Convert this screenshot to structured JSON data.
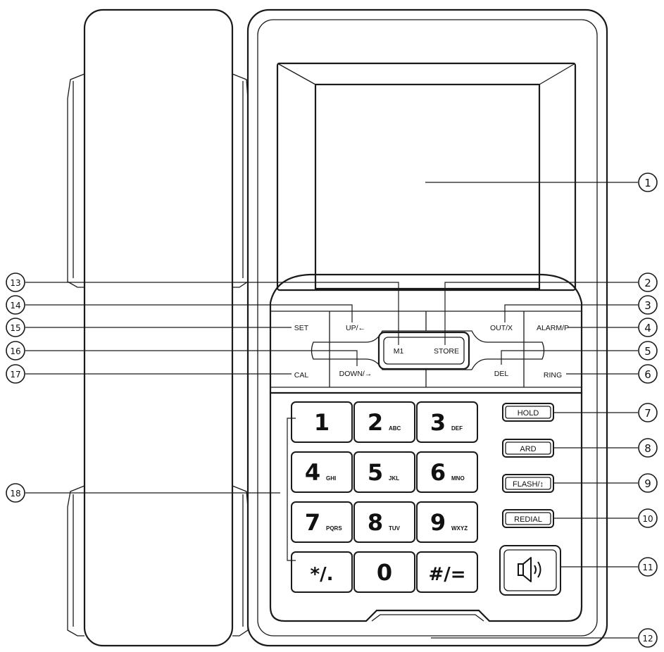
{
  "soft_keys": {
    "set": "SET",
    "up": "UP/←",
    "out": "OUT/X",
    "alarm": "ALARM/P",
    "cal": "CAL",
    "down": "DOWN/→",
    "del": "DEL",
    "ring": "RING",
    "m1": "M1",
    "store": "STORE"
  },
  "side_buttons": {
    "hold": "HOLD",
    "ard": "ARD",
    "flash": "FLASH/↕",
    "redial": "REDIAL"
  },
  "keypad": [
    {
      "main": "1",
      "sub": ""
    },
    {
      "main": "2",
      "sub": "ABC"
    },
    {
      "main": "3",
      "sub": "DEF"
    },
    {
      "main": "4",
      "sub": "GHI"
    },
    {
      "main": "5",
      "sub": "JKL"
    },
    {
      "main": "6",
      "sub": "MNO"
    },
    {
      "main": "7",
      "sub": "PQRS"
    },
    {
      "main": "8",
      "sub": "TUV"
    },
    {
      "main": "9",
      "sub": "WXYZ"
    },
    {
      "main": "*/.",
      "sub": ""
    },
    {
      "main": "0",
      "sub": ""
    },
    {
      "main": "#/=",
      "sub": ""
    }
  ],
  "callouts": {
    "c1": "①",
    "c2": "②",
    "c3": "③",
    "c4": "④",
    "c5": "⑤",
    "c6": "⑥",
    "c7": "⑦",
    "c8": "⑧",
    "c9": "⑨",
    "c10": "⑩",
    "c11": "⑪",
    "c12": "⑫",
    "c13": "⑬",
    "c14": "⑭",
    "c15": "⑮",
    "c16": "⑯",
    "c17": "⑰",
    "c18": "⑱"
  },
  "icons": {
    "speaker": "speaker-icon"
  }
}
